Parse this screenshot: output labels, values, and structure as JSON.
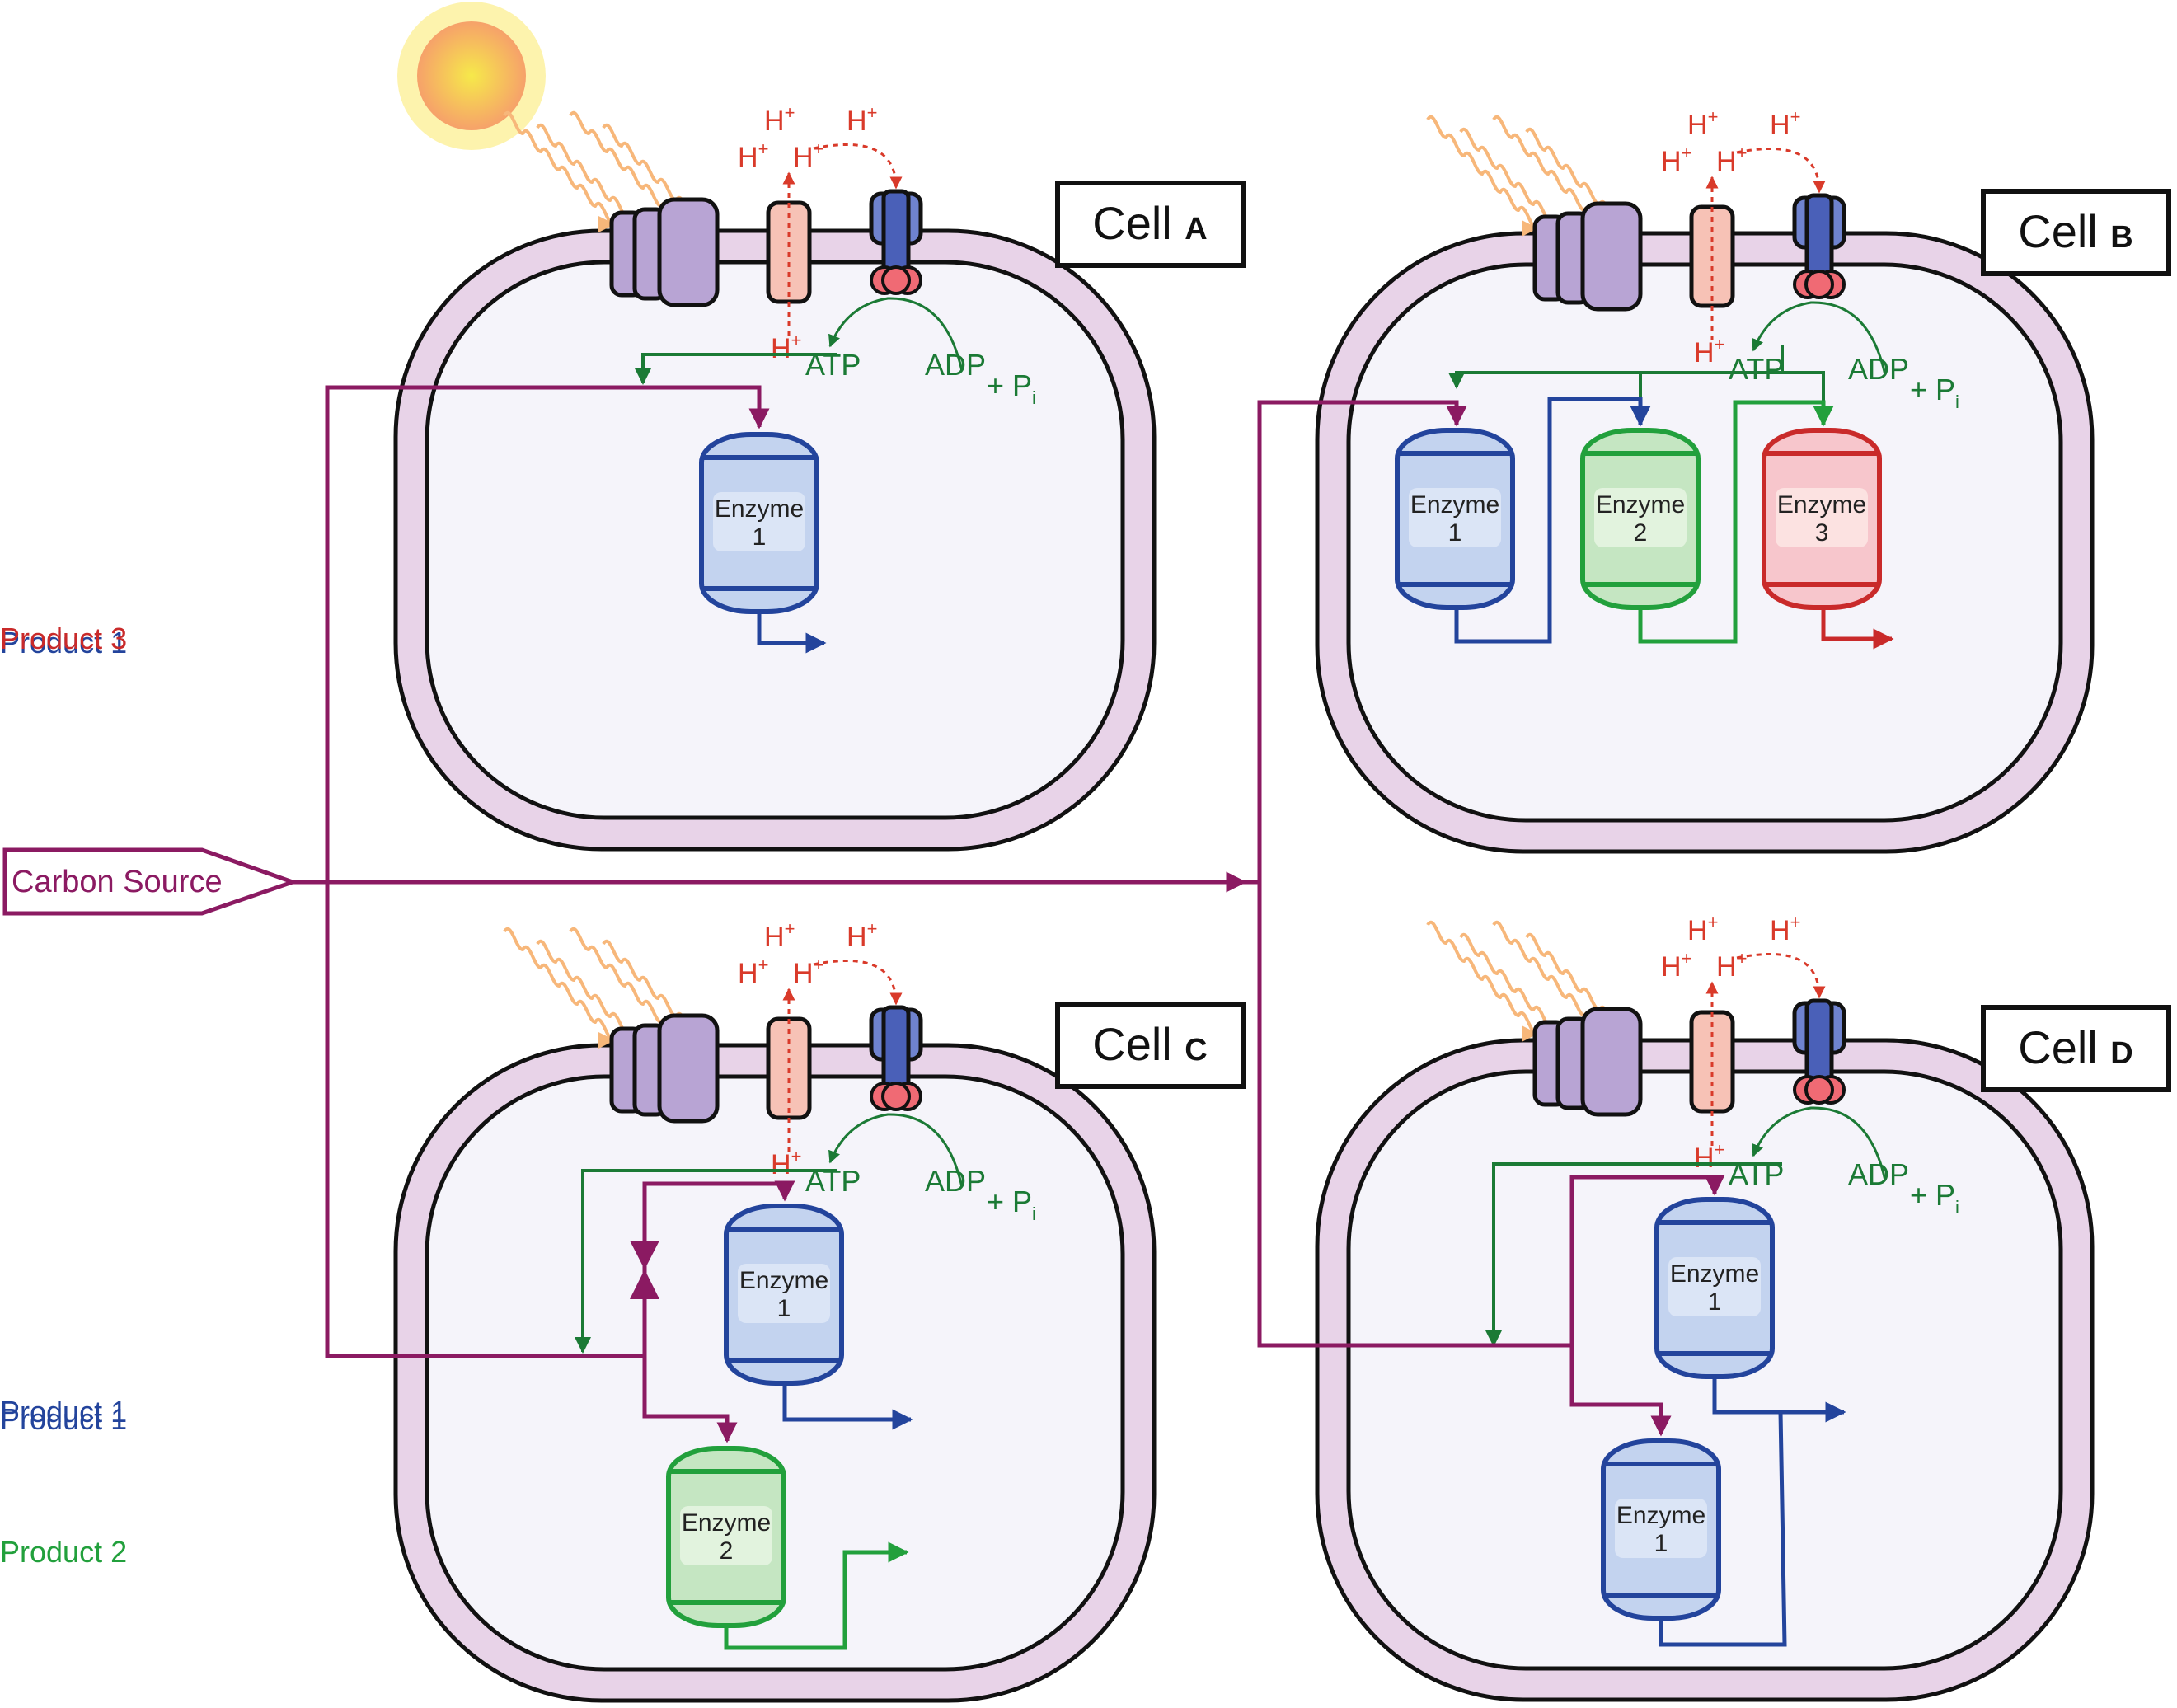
{
  "carbon_source": {
    "label": "Carbon Source"
  },
  "colors": {
    "membrane": "#e8d3e8",
    "membrane_stroke": "#111111",
    "cytoplasm": "#f5f4fa",
    "carbon_flow": "#8b1a62",
    "atp_flow": "#1b7a35",
    "proton": "#d93a2a",
    "light": "#f7b77a",
    "sun_outer": "#fdf3ad",
    "sun_inner": "#f7a95b",
    "enzyme_blue": "#23449c",
    "enzyme_green": "#22a03c",
    "enzyme_red": "#c92a2a",
    "photosystem": "#b8a4d4",
    "atp_synthase": "#4a60b8"
  },
  "labels": {
    "proton": "H",
    "proton_sup": "+",
    "atp": "ATP",
    "adp": "ADP",
    "pi": "+ P",
    "pi_sub": "i"
  },
  "cells": [
    {
      "id": "A",
      "title_prefix": "Cell",
      "title_letter": "A",
      "enzymes": [
        {
          "line1": "Enzyme",
          "line2": "1",
          "color": "blue"
        }
      ],
      "products": [
        {
          "label": "Product 1",
          "color": "blue"
        }
      ]
    },
    {
      "id": "B",
      "title_prefix": "Cell",
      "title_letter": "B",
      "enzymes": [
        {
          "line1": "Enzyme",
          "line2": "1",
          "color": "blue"
        },
        {
          "line1": "Enzyme",
          "line2": "2",
          "color": "green"
        },
        {
          "line1": "Enzyme",
          "line2": "3",
          "color": "red"
        }
      ],
      "products": [
        {
          "label": "Product 3",
          "color": "red"
        }
      ]
    },
    {
      "id": "C",
      "title_prefix": "Cell",
      "title_letter": "C",
      "enzymes": [
        {
          "line1": "Enzyme",
          "line2": "1",
          "color": "blue"
        },
        {
          "line1": "Enzyme",
          "line2": "2",
          "color": "green"
        }
      ],
      "products": [
        {
          "label": "Product 1",
          "color": "blue"
        },
        {
          "label": "Product 2",
          "color": "green"
        }
      ]
    },
    {
      "id": "D",
      "title_prefix": "Cell",
      "title_letter": "D",
      "enzymes": [
        {
          "line1": "Enzyme",
          "line2": "1",
          "color": "blue"
        },
        {
          "line1": "Enzyme",
          "line2": "1",
          "color": "blue"
        }
      ],
      "products": [
        {
          "label": "Product 1",
          "color": "blue"
        }
      ]
    }
  ]
}
